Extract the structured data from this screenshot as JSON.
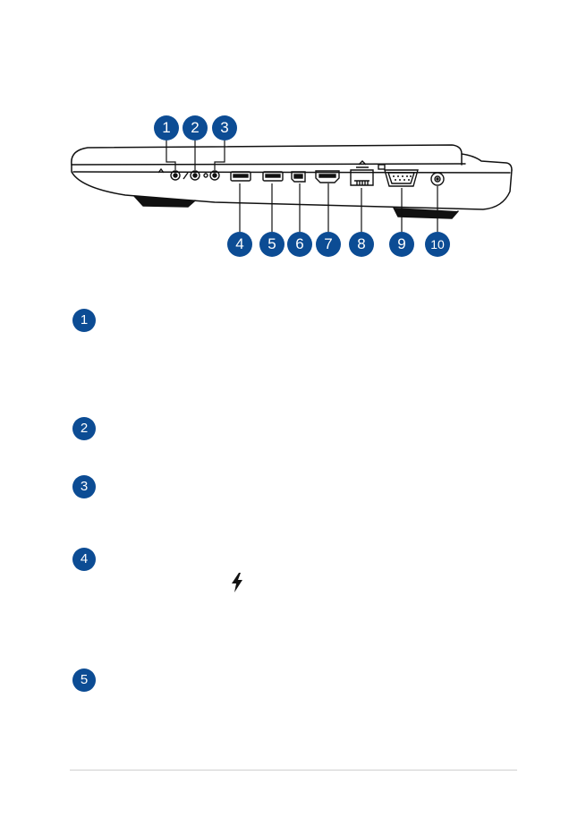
{
  "colors": {
    "badge": "#0c4c94",
    "laptop_outline": "#111111"
  },
  "diagram_callouts": [
    "1",
    "2",
    "3",
    "4",
    "5",
    "6",
    "7",
    "8",
    "9",
    "10"
  ],
  "port_list": [
    {
      "number": "1"
    },
    {
      "number": "2"
    },
    {
      "number": "3"
    },
    {
      "number": "4",
      "icon": "lightning-bolt-icon"
    },
    {
      "number": "5"
    }
  ]
}
